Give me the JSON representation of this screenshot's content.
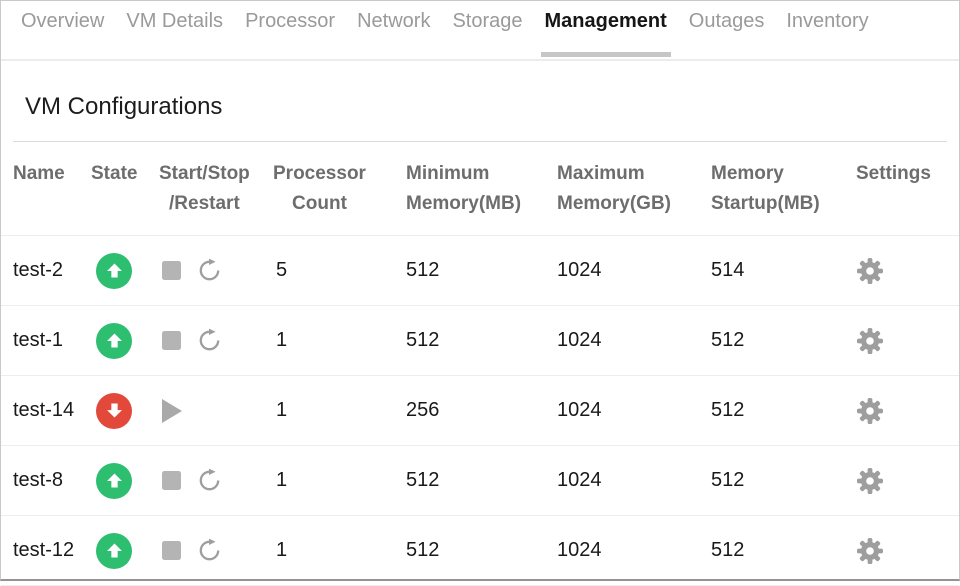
{
  "tabs": [
    {
      "label": "Overview",
      "active": false
    },
    {
      "label": "VM Details",
      "active": false
    },
    {
      "label": "Processor",
      "active": false
    },
    {
      "label": "Network",
      "active": false
    },
    {
      "label": "Storage",
      "active": false
    },
    {
      "label": "Management",
      "active": true
    },
    {
      "label": "Outages",
      "active": false
    },
    {
      "label": "Inventory",
      "active": false
    }
  ],
  "section": {
    "title": "VM Configurations"
  },
  "table": {
    "columns": [
      {
        "label": "Name"
      },
      {
        "label": "State"
      },
      {
        "label": "Start/Stop\n/Restart"
      },
      {
        "label": "Processor\nCount"
      },
      {
        "label": "Minimum\nMemory(MB)"
      },
      {
        "label": "Maximum\nMemory(GB)"
      },
      {
        "label": "Memory\nStartup(MB)"
      },
      {
        "label": "Settings"
      }
    ],
    "rows": [
      {
        "name": "test-2",
        "state": "up",
        "processor_count": "5",
        "min_memory_mb": "512",
        "max_memory_gb": "1024",
        "memory_startup_mb": "514"
      },
      {
        "name": "test-1",
        "state": "up",
        "processor_count": "1",
        "min_memory_mb": "512",
        "max_memory_gb": "1024",
        "memory_startup_mb": "512"
      },
      {
        "name": "test-14",
        "state": "down",
        "processor_count": "1",
        "min_memory_mb": "256",
        "max_memory_gb": "1024",
        "memory_startup_mb": "512"
      },
      {
        "name": "test-8",
        "state": "up",
        "processor_count": "1",
        "min_memory_mb": "512",
        "max_memory_gb": "1024",
        "memory_startup_mb": "512"
      },
      {
        "name": "test-12",
        "state": "up",
        "processor_count": "1",
        "min_memory_mb": "512",
        "max_memory_gb": "1024",
        "memory_startup_mb": "512"
      }
    ]
  },
  "icons": {
    "state_up": "green-circle-up-arrow-icon",
    "state_down": "red-circle-down-arrow-icon",
    "stop": "stop-square-icon",
    "restart": "circular-arrow-icon",
    "start": "play-triangle-icon",
    "settings": "gear-icon"
  },
  "colors": {
    "state_up": "#2dbe70",
    "state_down": "#e2493b",
    "active_tab_text": "#161616",
    "inactive_tab_text": "#9a9a9a",
    "icon_gray": "#9e9e9e"
  }
}
